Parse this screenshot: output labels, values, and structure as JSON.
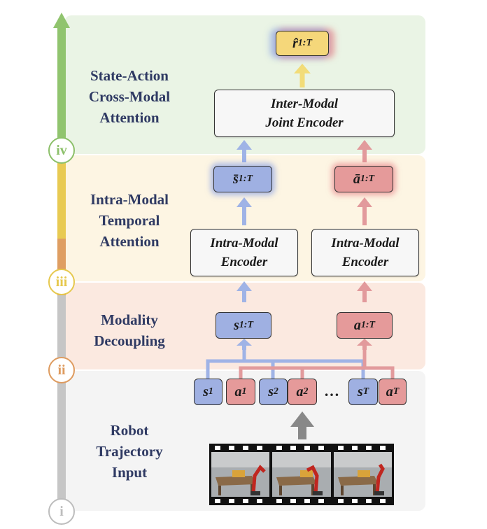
{
  "stages": [
    {
      "numeral": "i",
      "lines": [
        "Robot",
        "Trajectory",
        "Input"
      ],
      "color": "#bdbdbd",
      "band": "#f4f4f4"
    },
    {
      "numeral": "ii",
      "lines": [
        "Modality",
        "Decoupling"
      ],
      "color": "#de9b5f",
      "band": "#fbe9e0"
    },
    {
      "numeral": "iii",
      "lines": [
        "Intra-Modal",
        "Temporal",
        "Attention"
      ],
      "color": "#e6c84d",
      "band": "#fdf5e3"
    },
    {
      "numeral": "iv",
      "lines": [
        "State-Action",
        "Cross-Modal",
        "Attention"
      ],
      "color": "#8cc06a",
      "band": "#eaf4e5"
    }
  ],
  "encoders": {
    "intra_state": [
      "Intra-Modal",
      "Encoder"
    ],
    "intra_action": [
      "Intra-Modal",
      "Encoder"
    ],
    "joint": [
      "Inter-Modal",
      "Joint Encoder"
    ]
  },
  "tokens": {
    "s1": {
      "base": "s",
      "sub": "1"
    },
    "a1": {
      "base": "a",
      "sub": "1"
    },
    "s2": {
      "base": "s",
      "sub": "2"
    },
    "a2": {
      "base": "a",
      "sub": "2"
    },
    "ellipsis": "…",
    "sT": {
      "base": "s",
      "sub": "T"
    },
    "aT": {
      "base": "a",
      "sub": "T"
    },
    "s_seq": {
      "base": "s",
      "sub": "1:T"
    },
    "a_seq": {
      "base": "a",
      "sub": "1:T"
    },
    "s_bar": {
      "base": "s̄",
      "sub": "1:T"
    },
    "a_bar": {
      "base": "ā",
      "sub": "1:T"
    },
    "r_hat": {
      "base": "r̂",
      "sub": "1:T"
    }
  },
  "colors": {
    "state": "#9fb0e2",
    "action": "#e59a9a",
    "reward": "#f5d77a",
    "state_arrow": "#9fb3e6",
    "action_arrow": "#e29a9c",
    "reward_arrow": "#f2dc78",
    "input_arrow": "#888888"
  }
}
